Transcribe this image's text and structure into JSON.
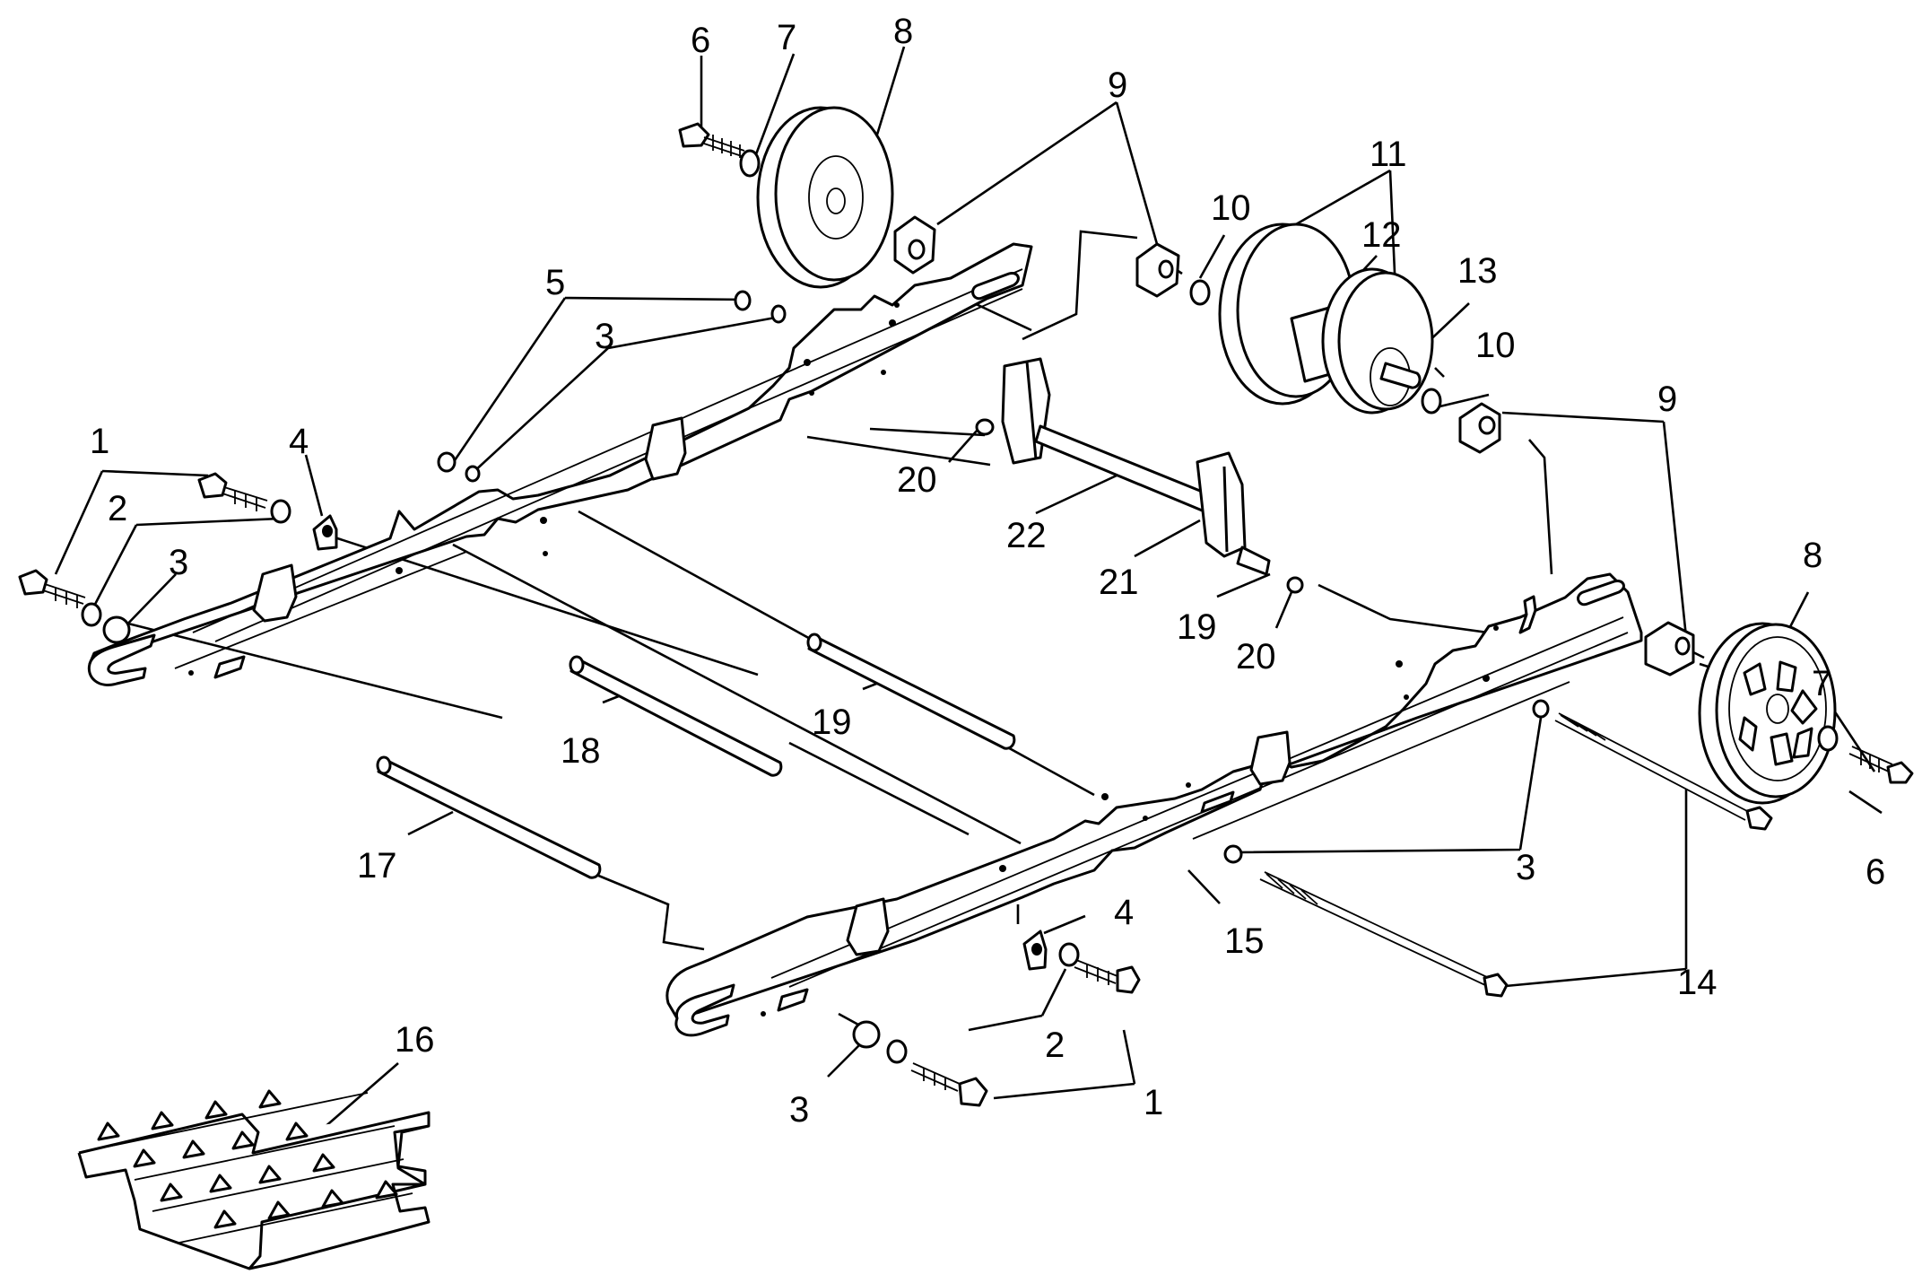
{
  "diagram": {
    "callouts": [
      {
        "id": "c1a",
        "text": "1"
      },
      {
        "id": "c2a",
        "text": "2"
      },
      {
        "id": "c3a",
        "text": "3"
      },
      {
        "id": "c4a",
        "text": "4"
      },
      {
        "id": "c5",
        "text": "5"
      },
      {
        "id": "c3b",
        "text": "3"
      },
      {
        "id": "c6a",
        "text": "6"
      },
      {
        "id": "c7a",
        "text": "7"
      },
      {
        "id": "c8a",
        "text": "8"
      },
      {
        "id": "c9a",
        "text": "9"
      },
      {
        "id": "c10a",
        "text": "10"
      },
      {
        "id": "c11",
        "text": "11"
      },
      {
        "id": "c12",
        "text": "12"
      },
      {
        "id": "c13",
        "text": "13"
      },
      {
        "id": "c10b",
        "text": "10"
      },
      {
        "id": "c9b",
        "text": "9"
      },
      {
        "id": "c20a",
        "text": "20"
      },
      {
        "id": "c22",
        "text": "22"
      },
      {
        "id": "c21",
        "text": "21"
      },
      {
        "id": "c19a",
        "text": "19"
      },
      {
        "id": "c20b",
        "text": "20"
      },
      {
        "id": "c8b",
        "text": "8"
      },
      {
        "id": "c7b",
        "text": "7"
      },
      {
        "id": "c6b",
        "text": "6"
      },
      {
        "id": "c3c",
        "text": "3"
      },
      {
        "id": "c14",
        "text": "14"
      },
      {
        "id": "c18",
        "text": "18"
      },
      {
        "id": "c19b",
        "text": "19"
      },
      {
        "id": "c17",
        "text": "17"
      },
      {
        "id": "c4b",
        "text": "4"
      },
      {
        "id": "c15",
        "text": "15"
      },
      {
        "id": "c16",
        "text": "16"
      },
      {
        "id": "c2b",
        "text": "2"
      },
      {
        "id": "c3d",
        "text": "3"
      },
      {
        "id": "c1b",
        "text": "1"
      }
    ]
  }
}
